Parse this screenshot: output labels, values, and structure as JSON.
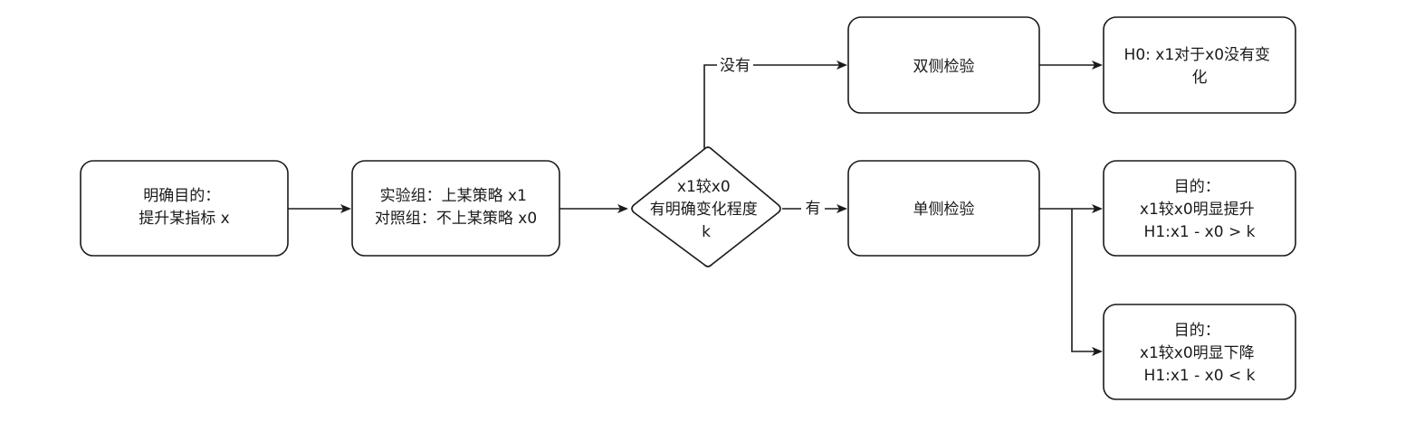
{
  "nodes": {
    "goal": {
      "lines": [
        "明确目的：",
        "提升某指标 x"
      ]
    },
    "groups": {
      "lines": [
        "实验组：上某策略 x1",
        "对照组：不上某策略 x0"
      ]
    },
    "decision": {
      "lines": [
        "x1较x0",
        "有明确变化程度",
        "k"
      ]
    },
    "two_sided": {
      "lines": [
        "双侧检验"
      ]
    },
    "h0": {
      "lines": [
        "H0: x1对于x0没有变",
        "化"
      ]
    },
    "one_sided": {
      "lines": [
        "单侧检验"
      ]
    },
    "goal_up": {
      "lines": [
        "目的：",
        "x1较x0明显提升",
        "H1:x1 - x0 > k"
      ]
    },
    "goal_down": {
      "lines": [
        "目的：",
        "x1较x0明显下降",
        "H1:x1 - x0 < k"
      ]
    }
  },
  "edges": {
    "no_label": "没有",
    "yes_label": "有"
  }
}
